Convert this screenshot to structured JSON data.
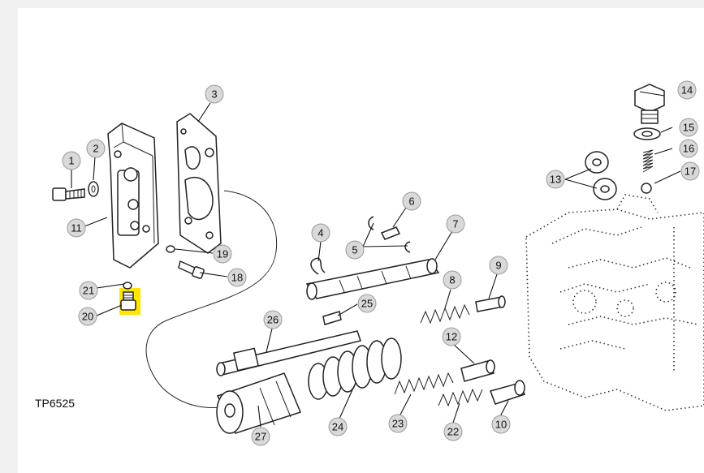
{
  "drawing_id": "TP6525",
  "highlight_color": "#ffe600",
  "callouts": [
    "1",
    "2",
    "3",
    "4",
    "5",
    "6",
    "7",
    "8",
    "9",
    "10",
    "11",
    "12",
    "13",
    "14",
    "15",
    "16",
    "17",
    "18",
    "19",
    "20",
    "21",
    "22",
    "23",
    "24",
    "25",
    "26",
    "27"
  ],
  "highlighted_part": "20"
}
